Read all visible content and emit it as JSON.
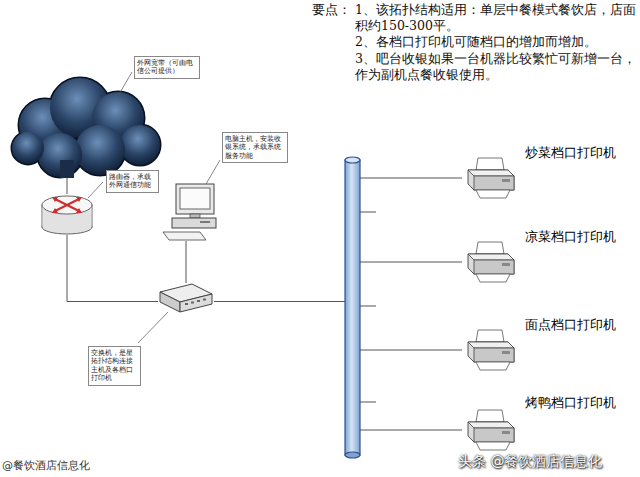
{
  "diagram": {
    "nodes": [
      {
        "text": [
          "外网宽带（可由电信公司提供）"
        ]
      },
      {
        "text": [
          "路由器，承载外网通信功能"
        ]
      },
      {
        "text": [
          "电脑主机，安装收银系统，承载系统服务功能"
        ]
      },
      {
        "text": [
          "交换机，是星拓扑结构连接主机及各档口打印机"
        ]
      },
      {
        "text": [
          "炒菜档口打印机"
        ]
      },
      {
        "text": [
          "凉菜档口打印机"
        ]
      },
      {
        "text": [
          "面点档口打印机"
        ]
      },
      {
        "text": [
          "烤鸭档口打印机"
        ]
      }
    ],
    "edges": [
      {
        "from": 0,
        "to": 1,
        "arrow": "none"
      },
      {
        "from": 1,
        "to": 3,
        "arrow": "none"
      },
      {
        "from": 2,
        "to": 3,
        "arrow": "none"
      },
      {
        "from": 3,
        "to": 4,
        "arrow": "none"
      },
      {
        "from": 3,
        "to": 5,
        "arrow": "none"
      },
      {
        "from": 3,
        "to": 6,
        "arrow": "none"
      },
      {
        "from": 3,
        "to": 7,
        "arrow": "none"
      }
    ],
    "labels": [
      "要点：",
      "1、该拓扑结构适用：单层中餐模式餐饮店，店面积约150-300平。",
      "2、各档口打印机可随档口的增加而增加。",
      "3、吧台收银如果一台机器比较繁忙可新增一台，作为副机点餐收银使用。",
      "@餐饮酒店信息化",
      "头条 @餐饮酒店信息化"
    ]
  }
}
